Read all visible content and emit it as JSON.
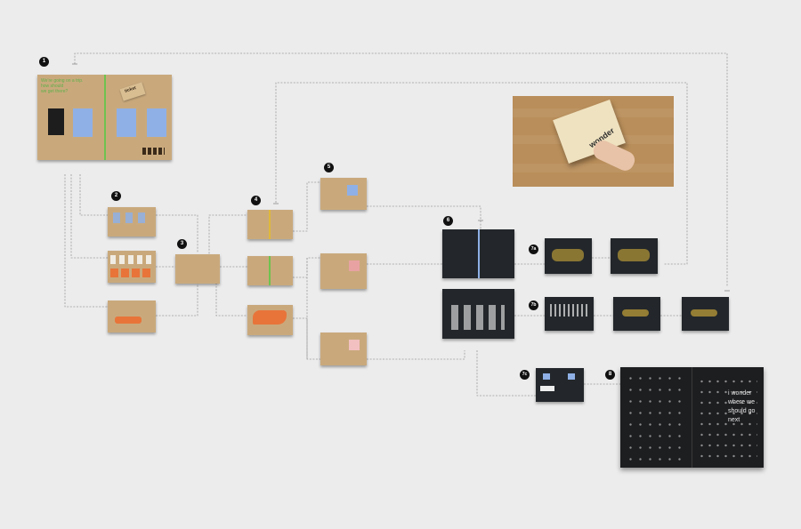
{
  "step_labels": [
    "1",
    "2",
    "3",
    "4",
    "5",
    "6",
    "7a",
    "7b",
    "7c",
    "8"
  ],
  "card1": {
    "tagline": [
      "We’re going on a trip.",
      "how should",
      "we get there?"
    ],
    "tag": "ticket"
  },
  "photo": {
    "box_text": "wonder"
  },
  "final_book": {
    "lines": [
      "i wonder",
      "where we",
      "should go",
      "next"
    ]
  },
  "colors": {
    "background": "#ececec",
    "kraft": "#c9a97c",
    "dark": "#23272b",
    "connector": "#9a9a9a",
    "green": "#6fc24f",
    "blue": "#8fb0e6",
    "gold": "#e0b83a",
    "orange": "#e8743a",
    "pink": "#e8a2a2"
  }
}
